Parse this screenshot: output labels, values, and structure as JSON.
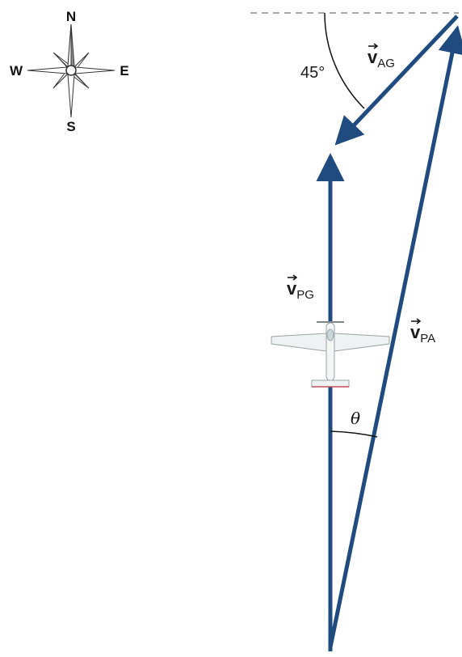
{
  "compass": {
    "north": "N",
    "south": "S",
    "east": "E",
    "west": "W"
  },
  "angle_label": "45°",
  "theta_label": "θ",
  "vectors": {
    "v_ag": {
      "symbol": "v",
      "subscript": "AG"
    },
    "v_pg": {
      "symbol": "v",
      "subscript": "PG"
    },
    "v_pa": {
      "symbol": "v",
      "subscript": "PA"
    }
  },
  "colors": {
    "vector": "#1f4b7f",
    "reference_line": "#8a8a8a"
  }
}
